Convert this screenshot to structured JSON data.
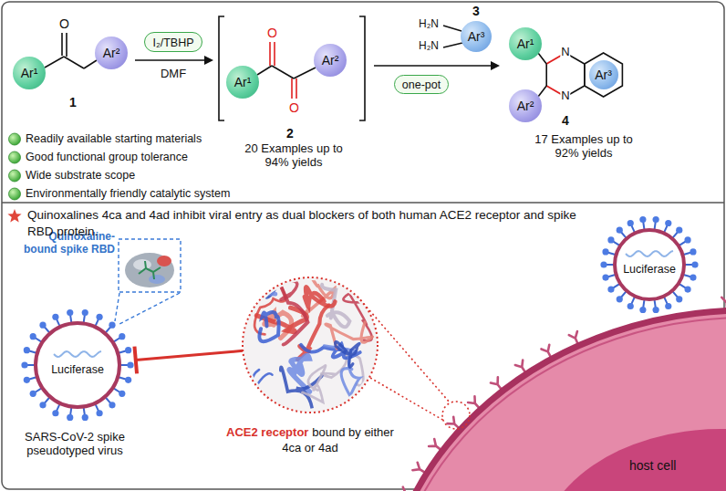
{
  "diagram": {
    "nodes": [
      {
        "text": [
          "Ar¹"
        ]
      },
      {
        "text": [
          "Ar²"
        ]
      },
      {
        "text": [
          "I₂/TBHP"
        ]
      },
      {
        "text": [
          "Ar¹"
        ]
      },
      {
        "text": [
          "Ar²"
        ]
      },
      {
        "text": [
          "Ar³"
        ]
      },
      {
        "text": [
          "one-pot"
        ]
      },
      {
        "text": [
          "Ar¹"
        ]
      },
      {
        "text": [
          "Ar²"
        ]
      },
      {
        "text": [
          "Ar³"
        ]
      },
      {
        "text": [
          "Quinoxaline-bound spike RBD"
        ]
      },
      {
        "text": [
          "Luciferase"
        ]
      },
      {
        "text": [
          "ACE2 receptor",
          "bound by either 4ca or 4ad"
        ]
      },
      {
        "text": [
          "Luciferase"
        ]
      },
      {
        "text": [
          "host cell"
        ]
      }
    ],
    "edges": [
      {
        "from": 12,
        "to": 11,
        "arrow": "to"
      }
    ],
    "labels": [
      "O",
      "1",
      "DMF",
      "O",
      "O",
      "2",
      "20 Examples up to 94% yields",
      "H₂N",
      "H₂N",
      "3",
      "N",
      "N",
      "4",
      "17 Examples up to 92% yields",
      "Readily available starting materials",
      "Good functional group tolerance",
      "Wide substrate scope",
      "Environmentally friendly catalytic system",
      "Quinoxalines 4ca and 4ad inhibit viral entry as dual blockers of both human ACE2 receptor and spike RBD protein.",
      "SARS-CoV-2 spike pseudotyped virus"
    ]
  }
}
